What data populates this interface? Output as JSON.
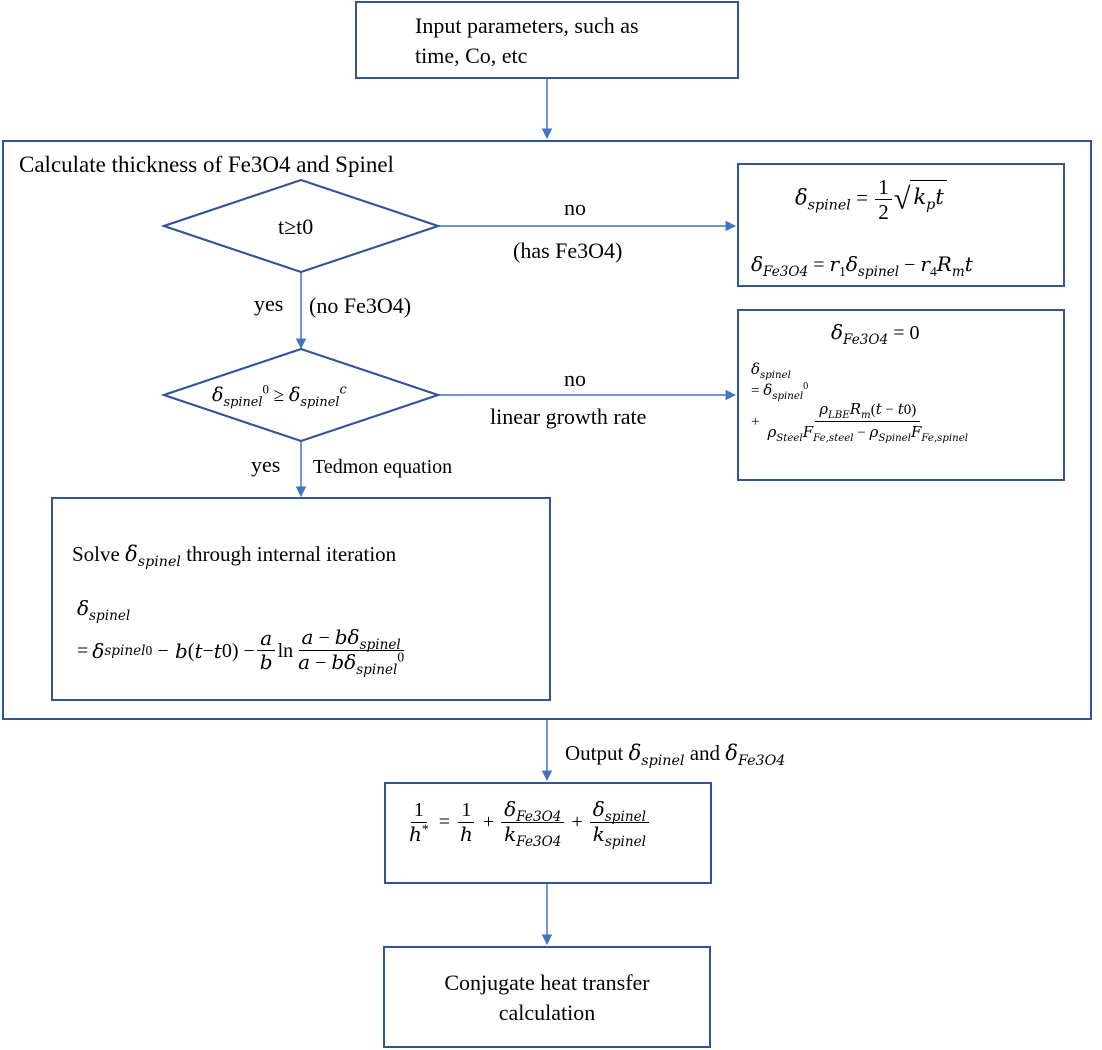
{
  "input_box": {
    "line1": "Input parameters, such as",
    "line2": "time, Co, etc"
  },
  "container_title": "Calculate  thickness  of Fe3O4  and  Spinel",
  "decision1": {
    "label": "t≥t0"
  },
  "edge_d1_no": {
    "label": "no",
    "sublabel": "(has Fe3O4)"
  },
  "edge_d1_yes": {
    "label": "yes",
    "sublabel": "(no Fe3O4)"
  },
  "decision2": {
    "symbol": "δ",
    "sub": "spinel",
    "sup0": "0",
    "op": "≥",
    "supc": "c"
  },
  "edge_d2_no": {
    "label": "no",
    "sublabel": "linear  growth rate"
  },
  "edge_d2_yes": {
    "label": "yes",
    "sublabel": "Tedmon equation"
  },
  "eq_box1": {
    "line1_lhs": "δ",
    "line1_lhs_sub": "spinel",
    "line1_rhs": "k",
    "line1_rhs_sub": "p",
    "line2_lhs_sub": "Fe3O4",
    "line2_r1": "r",
    "line2_r1_sub": "1",
    "line2_r4": "r",
    "line2_r4_sub": "4",
    "line2_R": "R",
    "line2_R_sub": "m"
  },
  "eq_box2": {
    "line1": "= 0",
    "line1_sub": "Fe3O4",
    "rho_lbe_sub": "LBE",
    "rho_steel_sub": "Steel",
    "F_steel_sub": "Fe,steel",
    "rho_spinel_sub": "Spinel",
    "F_spinel_sub": "Fe,spinel"
  },
  "solve_box": {
    "prefix": "Solve ",
    "suffix": " through internal iteration",
    "sub": "spinel"
  },
  "edge_output": {
    "prefix": "Output ",
    "mid": " and ",
    "sub1": "spinel",
    "sub2": "Fe3O4"
  },
  "htc_box": {
    "sub_fe": "Fe3O4",
    "sub_sp": "spinel"
  },
  "final_box": {
    "line1": "Conjugate heat transfer",
    "line2": "calculation"
  },
  "colors": {
    "border": "#2f5597",
    "arrow": "#4472c4"
  }
}
